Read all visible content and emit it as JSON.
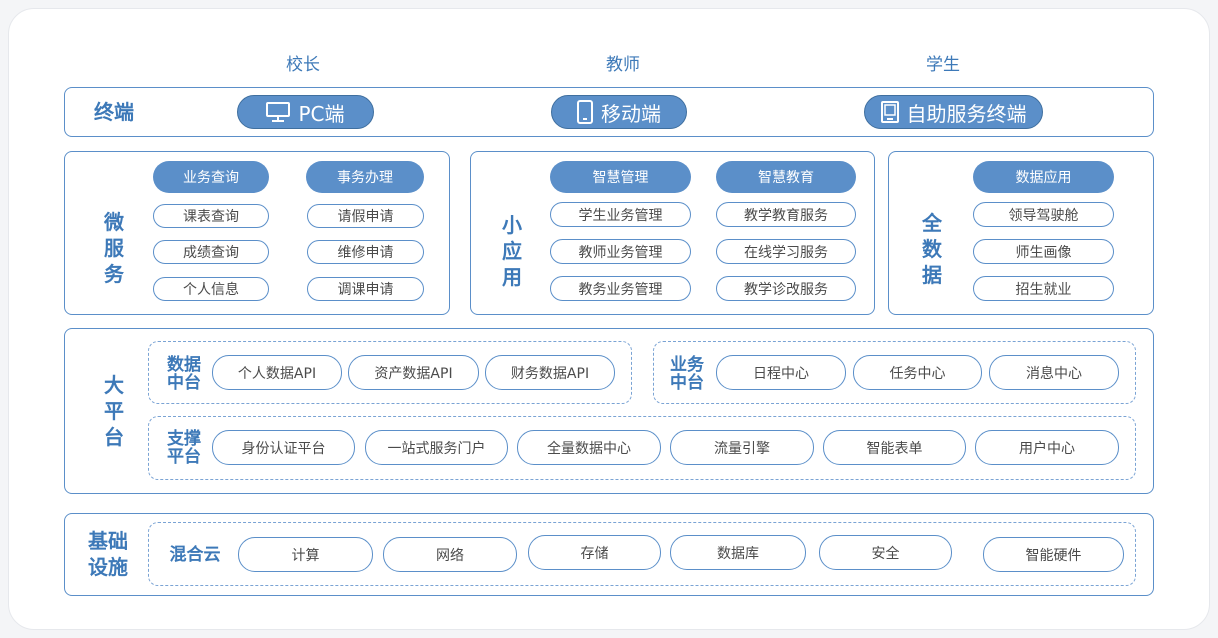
{
  "users": [
    "校长",
    "教师",
    "学生"
  ],
  "terminal": {
    "title": "终端",
    "items": [
      {
        "label": "PC端",
        "icon": "monitor-icon"
      },
      {
        "label": "移动端",
        "icon": "phone-icon"
      },
      {
        "label": "自助服务终端",
        "icon": "kiosk-icon"
      }
    ]
  },
  "micro": {
    "title": [
      "微",
      "服",
      "务"
    ],
    "col1": {
      "header": "业务查询",
      "items": [
        "课表查询",
        "成绩查询",
        "个人信息"
      ]
    },
    "col2": {
      "header": "事务办理",
      "items": [
        "请假申请",
        "维修申请",
        "调课申请"
      ]
    }
  },
  "mini": {
    "title": [
      "小",
      "应",
      "用"
    ],
    "col1": {
      "header": "智慧管理",
      "items": [
        "学生业务管理",
        "教师业务管理",
        "教务业务管理"
      ]
    },
    "col2": {
      "header": "智慧教育",
      "items": [
        "教学教育服务",
        "在线学习服务",
        "教学诊改服务"
      ]
    }
  },
  "data_app": {
    "title": [
      "全",
      "数",
      "据"
    ],
    "header": "数据应用",
    "items": [
      "领导驾驶舱",
      "师生画像",
      "招生就业"
    ]
  },
  "platform": {
    "title": [
      "大",
      "平",
      "台"
    ],
    "data_center": {
      "title": [
        "数据",
        "中台"
      ],
      "items": [
        "个人数据API",
        "资产数据API",
        "财务数据API"
      ]
    },
    "biz_center": {
      "title": [
        "业务",
        "中台"
      ],
      "items": [
        "日程中心",
        "任务中心",
        "消息中心"
      ]
    },
    "support": {
      "title": [
        "支撑",
        "平台"
      ],
      "items": [
        "身份认证平台",
        "一站式服务门户",
        "全量数据中心",
        "流量引擎",
        "智能表单",
        "用户中心"
      ]
    }
  },
  "infra": {
    "title": [
      "基础",
      "设施"
    ],
    "cloud": {
      "title": "混合云",
      "items": [
        "计算",
        "网络",
        "存储",
        "数据库",
        "安全",
        "智能硬件"
      ]
    }
  }
}
